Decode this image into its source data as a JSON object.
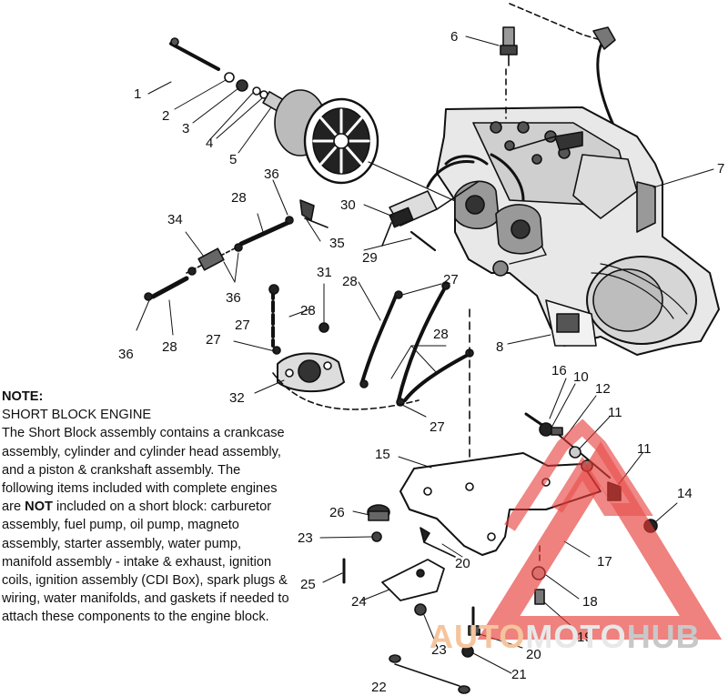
{
  "note": {
    "title": "NOTE:",
    "subtitle": "SHORT BLOCK ENGINE",
    "text_before": "The Short Block assembly contains a crankcase assembly, cylinder and cylinder head assembly, and a piston & crankshaft assembly.  The following items included with complete engines are ",
    "text_bold": "NOT",
    "text_after": " included on a short block: carburetor assembly, fuel pump, oil pump, magneto assembly, starter assembly, water pump, manifold assembly - intake & exhaust, ignition coils, ignition assembly (CDI Box), spark plugs & wiring, water manifolds, and gaskets if needed to attach these components to the engine block."
  },
  "callouts": [
    {
      "id": "c1",
      "text": "1"
    },
    {
      "id": "c2",
      "text": "2"
    },
    {
      "id": "c3",
      "text": "3"
    },
    {
      "id": "c4",
      "text": "4"
    },
    {
      "id": "c5",
      "text": "5"
    },
    {
      "id": "c6",
      "text": "6"
    },
    {
      "id": "c7",
      "text": "7"
    },
    {
      "id": "c8",
      "text": "8"
    },
    {
      "id": "c10",
      "text": "10"
    },
    {
      "id": "c11a",
      "text": "11"
    },
    {
      "id": "c11b",
      "text": "11"
    },
    {
      "id": "c12",
      "text": "12"
    },
    {
      "id": "c14",
      "text": "14"
    },
    {
      "id": "c15",
      "text": "15"
    },
    {
      "id": "c16",
      "text": "16"
    },
    {
      "id": "c17",
      "text": "17"
    },
    {
      "id": "c18",
      "text": "18"
    },
    {
      "id": "c19",
      "text": "19"
    },
    {
      "id": "c20a",
      "text": "20"
    },
    {
      "id": "c20b",
      "text": "20"
    },
    {
      "id": "c21",
      "text": "21"
    },
    {
      "id": "c22",
      "text": "22"
    },
    {
      "id": "c23a",
      "text": "23"
    },
    {
      "id": "c23b",
      "text": "23"
    },
    {
      "id": "c24",
      "text": "24"
    },
    {
      "id": "c25",
      "text": "25"
    },
    {
      "id": "c26",
      "text": "26"
    },
    {
      "id": "c27a",
      "text": "27"
    },
    {
      "id": "c27b",
      "text": "27"
    },
    {
      "id": "c27c",
      "text": "27"
    },
    {
      "id": "c27d",
      "text": "27"
    },
    {
      "id": "c28a",
      "text": "28"
    },
    {
      "id": "c28b",
      "text": "28"
    },
    {
      "id": "c28c",
      "text": "28"
    },
    {
      "id": "c28d",
      "text": "28"
    },
    {
      "id": "c28e",
      "text": "28"
    },
    {
      "id": "c29",
      "text": "29"
    },
    {
      "id": "c30",
      "text": "30"
    },
    {
      "id": "c31",
      "text": "31"
    },
    {
      "id": "c32",
      "text": "32"
    },
    {
      "id": "c34",
      "text": "34"
    },
    {
      "id": "c35",
      "text": "35"
    },
    {
      "id": "c36a",
      "text": "36"
    },
    {
      "id": "c36b",
      "text": "36"
    },
    {
      "id": "c36c",
      "text": "36"
    }
  ],
  "watermark": {
    "part1": "AUTO",
    "part2": "MOTO",
    "part3": "HUB",
    "color_logo": "#e53935",
    "color_text_orange": "#f6c49c"
  }
}
